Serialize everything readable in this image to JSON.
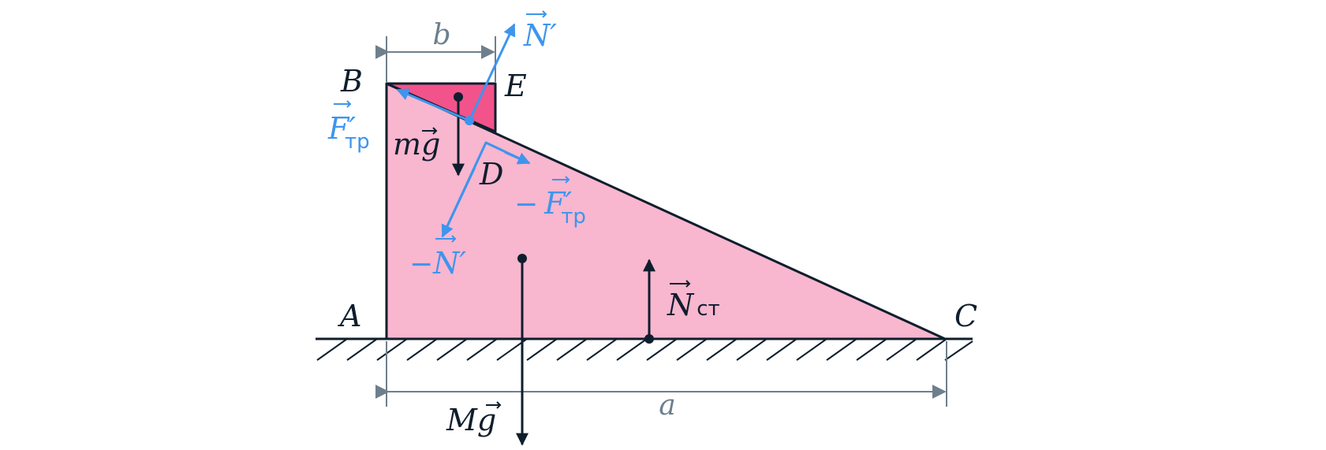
{
  "colors": {
    "ink": "#0f1e2d",
    "blue": "#3d95ee",
    "gray": "#6e7f8c",
    "wedge_fill": "#f9b6cf",
    "block_fill": "#f2538b"
  },
  "points": {
    "A": "A",
    "B": "B",
    "C": "C",
    "D": "D",
    "E": "E"
  },
  "dimensions": {
    "a": "a",
    "b": "b"
  },
  "forces": {
    "mg": {
      "m": "m",
      "g": "g"
    },
    "Mg": {
      "M": "M",
      "g": "g"
    },
    "N_prime": {
      "letter": "N",
      "prime": "′"
    },
    "minus_N_prime": {
      "minus": "−",
      "letter": "N",
      "prime": "′"
    },
    "F_prime": {
      "letter": "F",
      "prime": "′",
      "sub": "тр"
    },
    "minus_F_prime": {
      "minus": "−",
      "letter": "F",
      "prime": "′",
      "sub": "тр"
    },
    "N_st": {
      "letter": "N",
      "sub": "ст"
    }
  }
}
